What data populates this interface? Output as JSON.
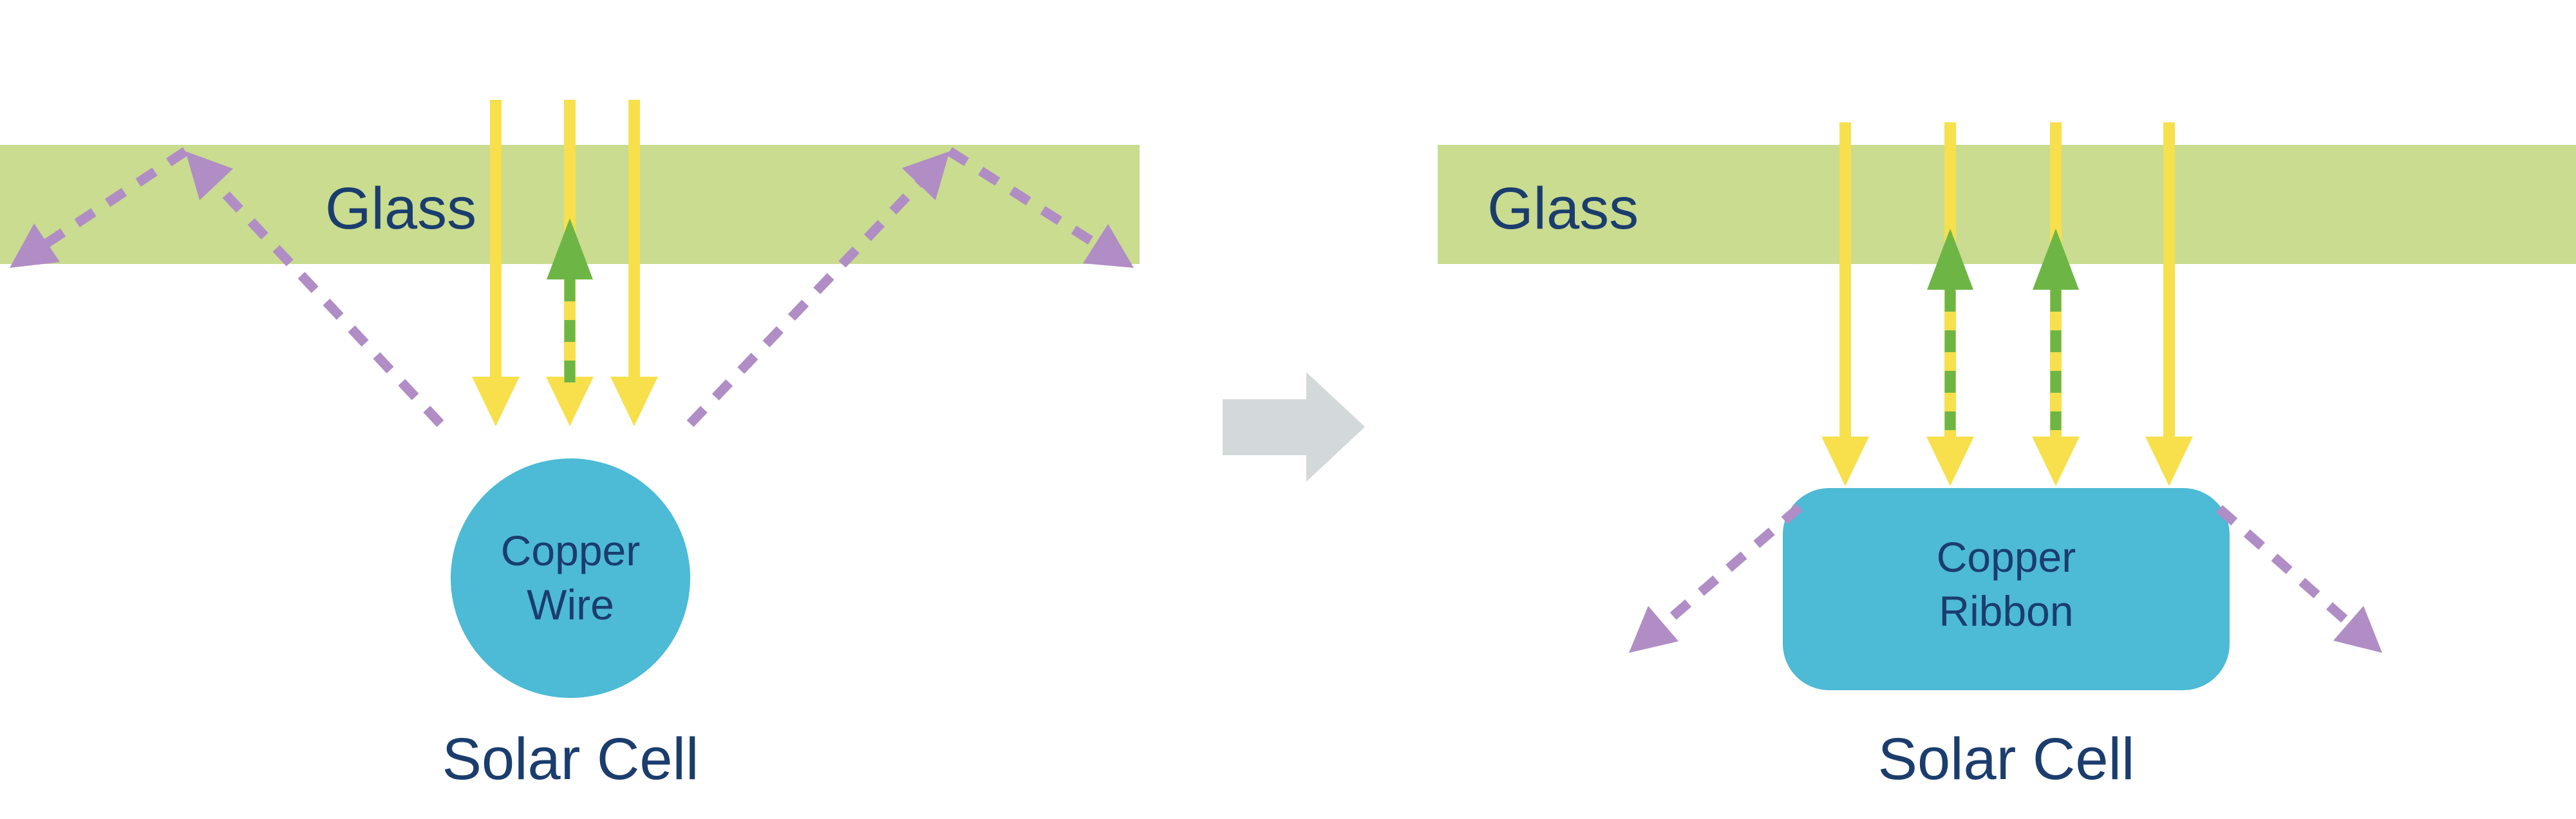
{
  "diagram": {
    "left": {
      "glass_label": "Glass",
      "conductor_label_line1": "Copper",
      "conductor_label_line2": "Wire",
      "cell_label": "Solar Cell"
    },
    "right": {
      "glass_label": "Glass",
      "conductor_label_line1": "Copper",
      "conductor_label_line2": "Ribbon",
      "cell_label": "Solar Cell"
    }
  },
  "colors": {
    "glass-green": "#c9dc8f",
    "sunlight-yellow": "#f7e04c",
    "reflected-green": "#6db645",
    "scattered-purple": "#b18dc5",
    "conductor-blue": "#4dbad6",
    "label-navy": "#1b3d6e",
    "transition-gray": "#d3d9db",
    "background": "#ffffff"
  }
}
